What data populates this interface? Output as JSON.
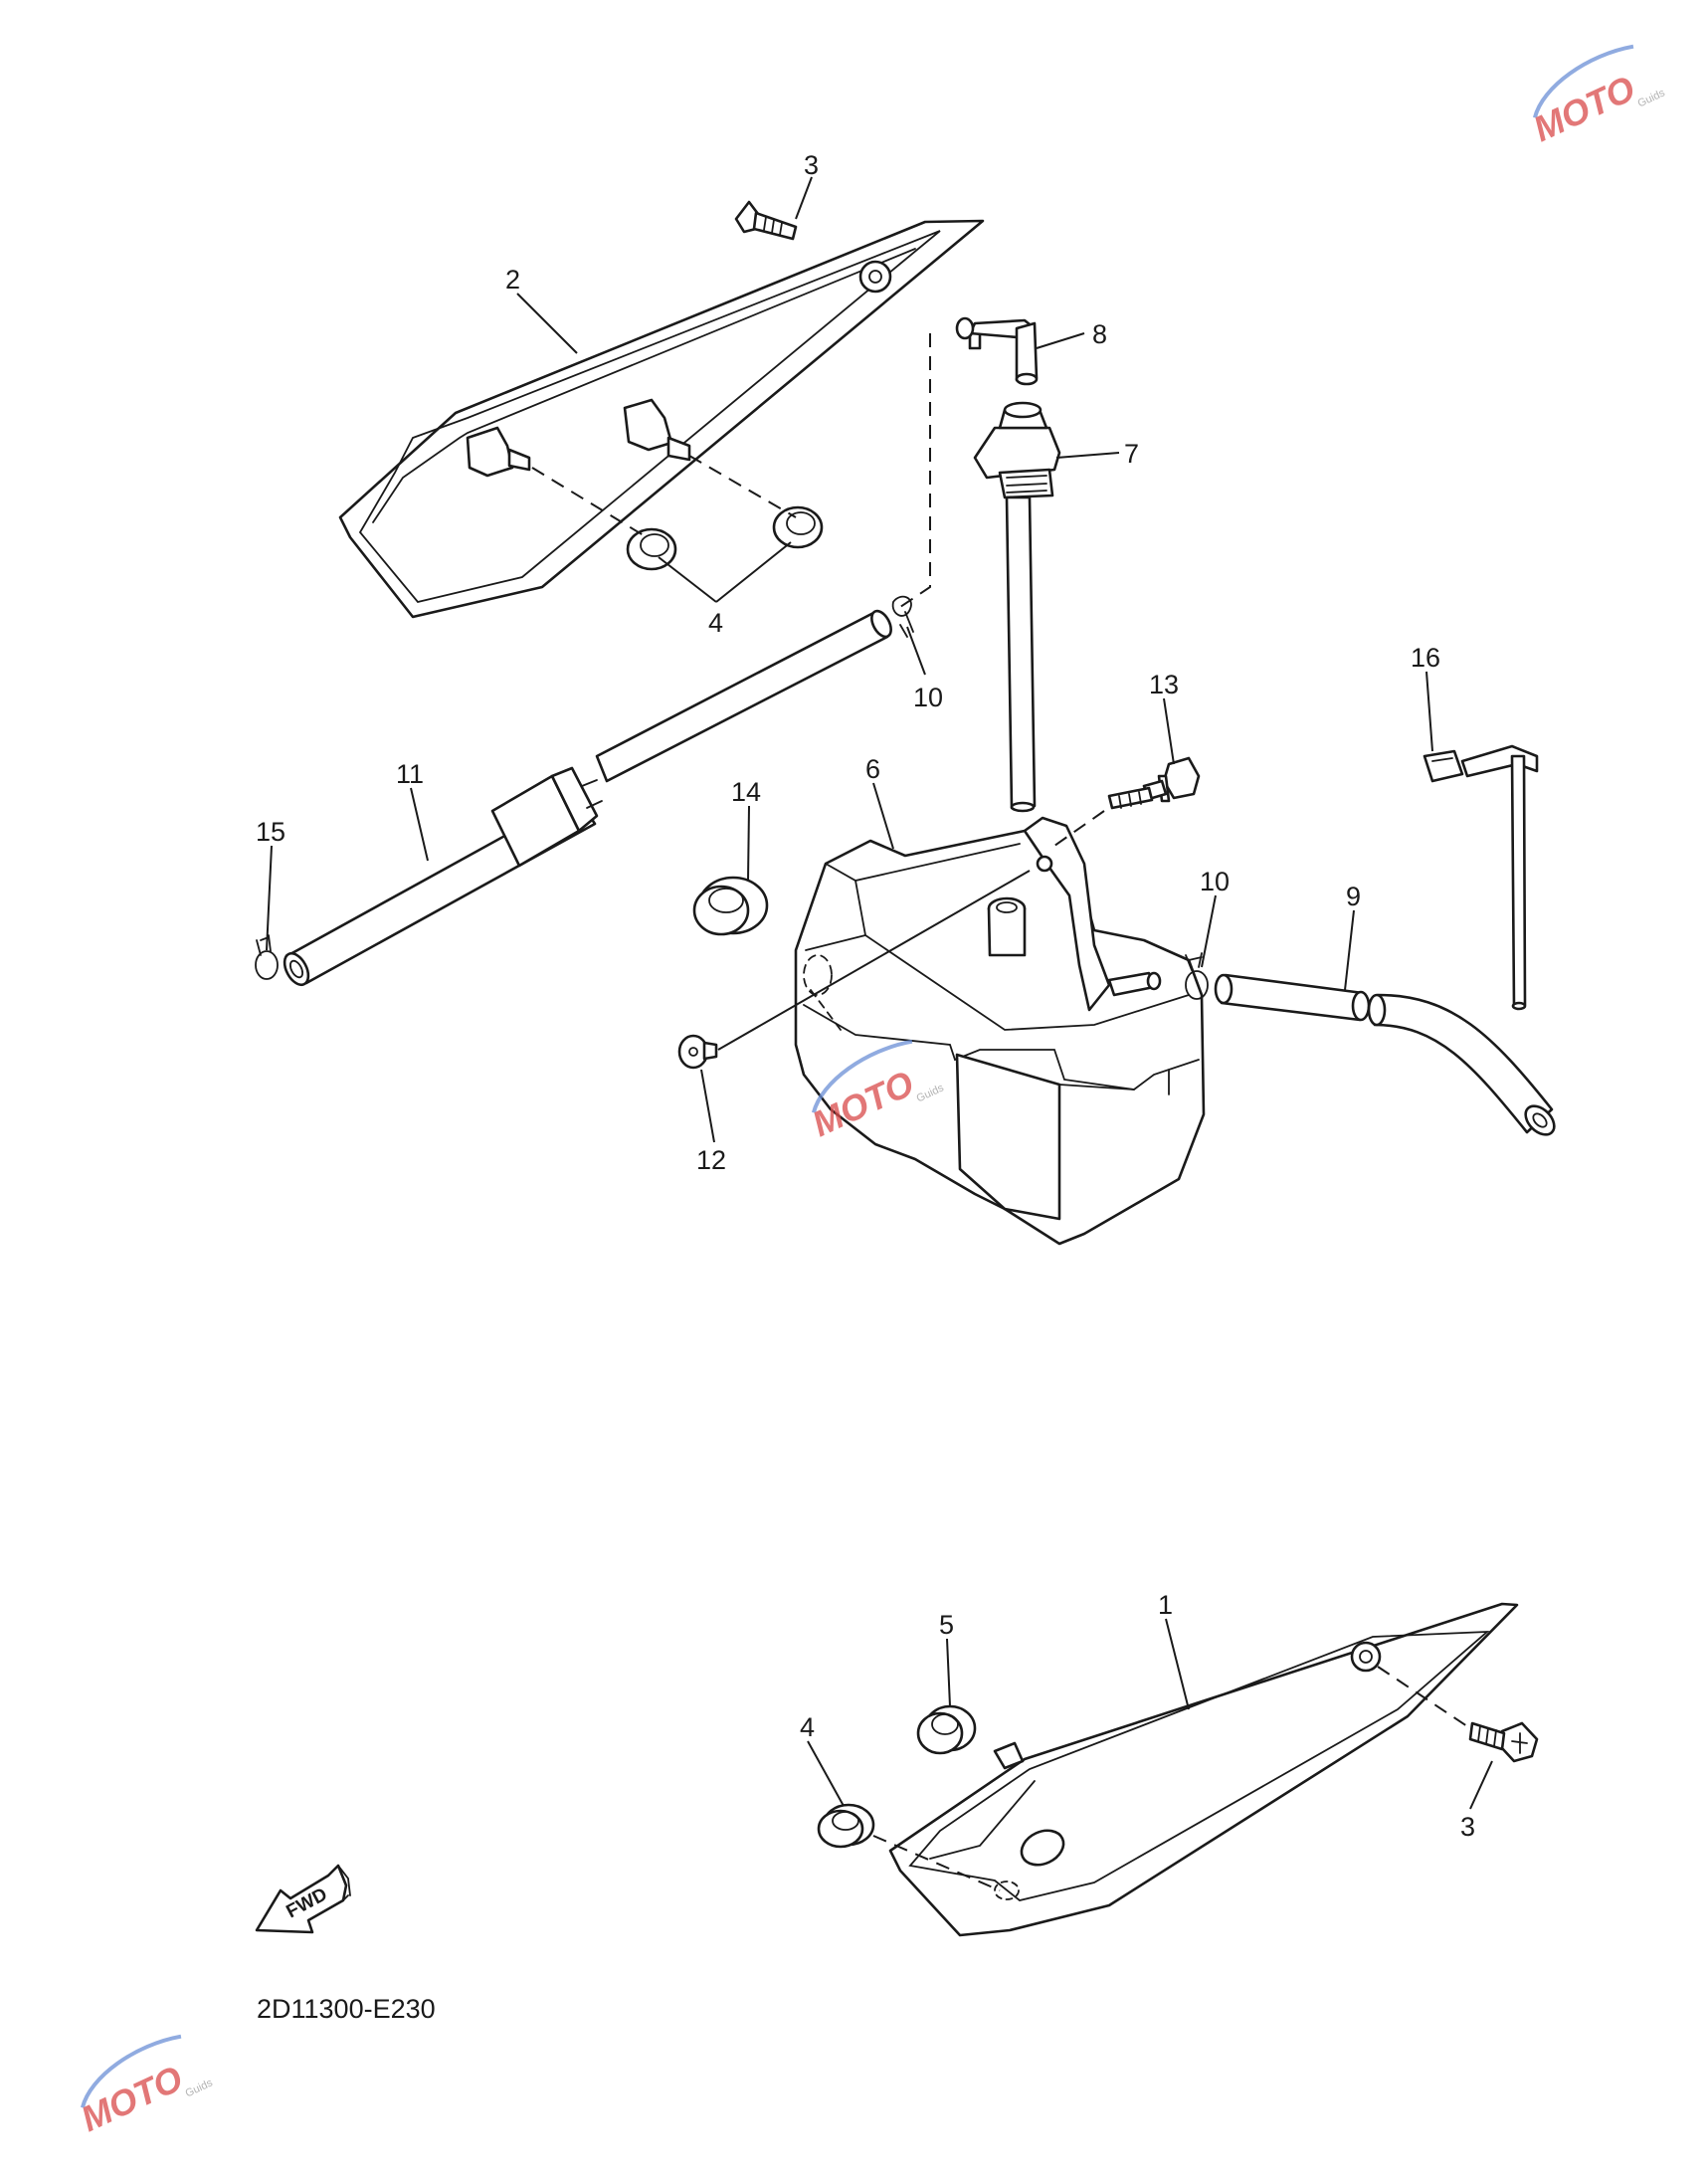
{
  "diagram": {
    "code": "2D11300-E230",
    "fwd_label": "FWD",
    "callouts": [
      {
        "id": "c3a",
        "text": "3"
      },
      {
        "id": "c2",
        "text": "2"
      },
      {
        "id": "c8",
        "text": "8"
      },
      {
        "id": "c7",
        "text": "7"
      },
      {
        "id": "c4a",
        "text": "4"
      },
      {
        "id": "c10a",
        "text": "10"
      },
      {
        "id": "c16",
        "text": "16"
      },
      {
        "id": "c13",
        "text": "13"
      },
      {
        "id": "c11",
        "text": "11"
      },
      {
        "id": "c6",
        "text": "6"
      },
      {
        "id": "c14",
        "text": "14"
      },
      {
        "id": "c15",
        "text": "15"
      },
      {
        "id": "c10b",
        "text": "10"
      },
      {
        "id": "c9",
        "text": "9"
      },
      {
        "id": "c12",
        "text": "12"
      },
      {
        "id": "c5",
        "text": "5"
      },
      {
        "id": "c1",
        "text": "1"
      },
      {
        "id": "c4b",
        "text": "4"
      },
      {
        "id": "c3b",
        "text": "3"
      }
    ]
  },
  "watermark": {
    "brand": "MOTO",
    "sub": "Guids"
  },
  "colors": {
    "ink": "#1a1a1a",
    "wm_blue": "#6b8fd6",
    "wm_red": "#d94a4a",
    "wm_gray": "#9a9a9a"
  }
}
